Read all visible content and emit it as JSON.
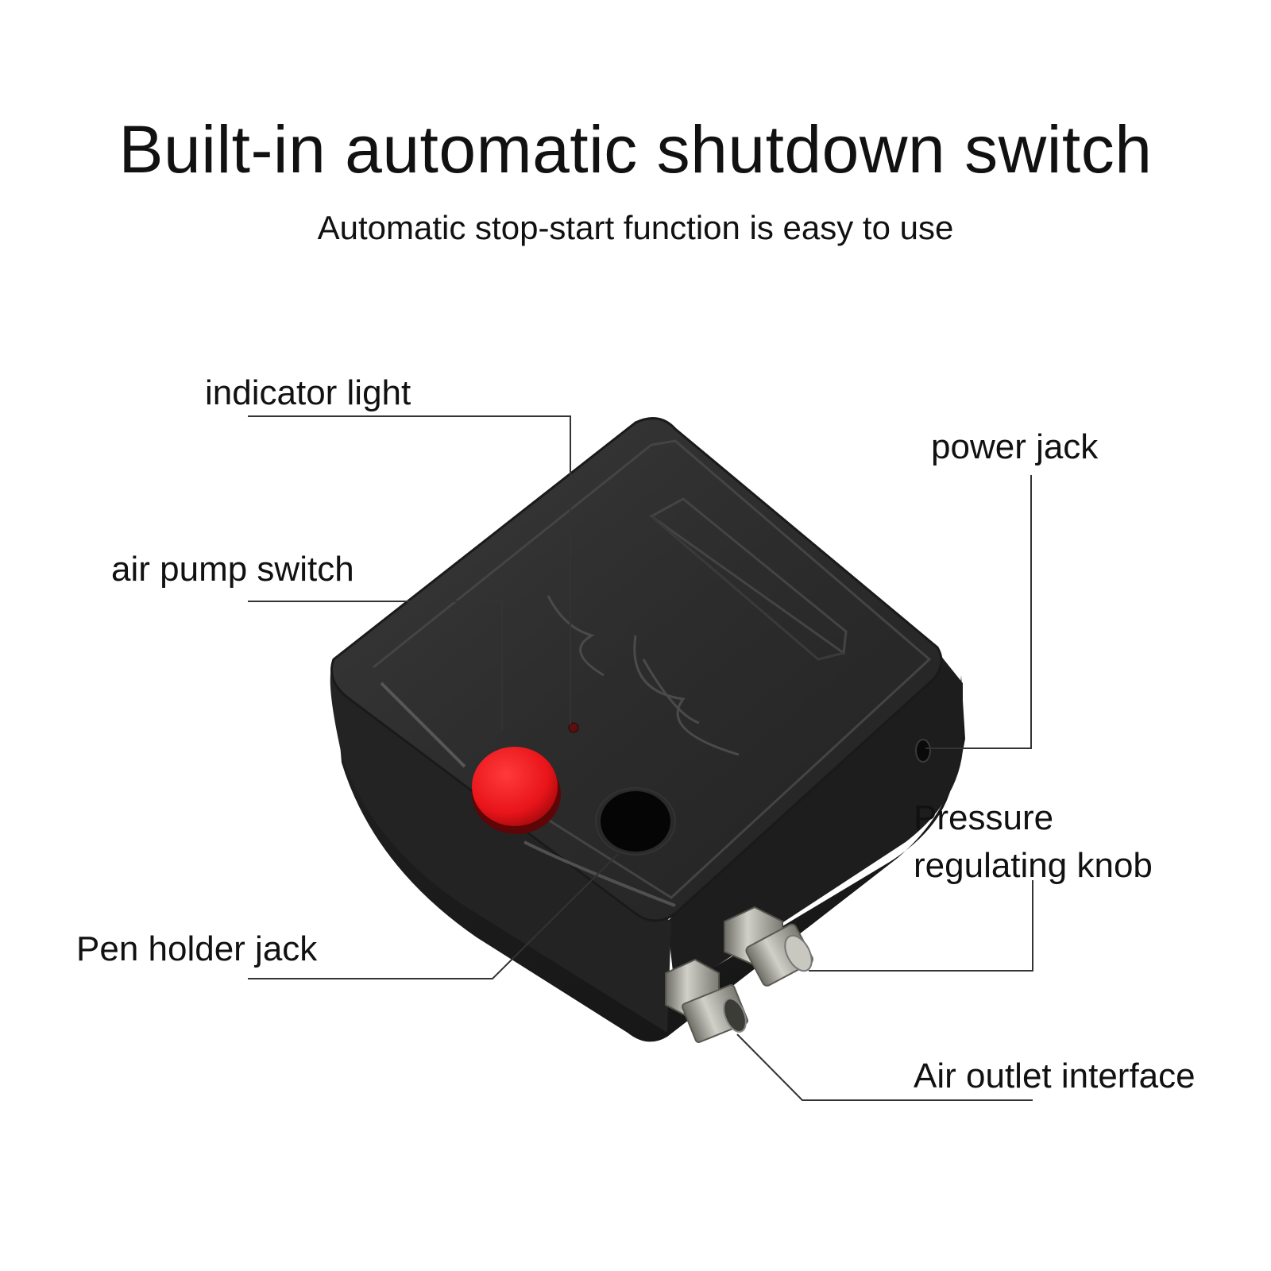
{
  "header": {
    "title": "Built-in automatic shutdown switch",
    "subtitle": "Automatic stop-start function is easy to use"
  },
  "labels": {
    "indicator_light": "indicator light",
    "air_pump_switch": "air pump switch",
    "pen_holder_jack": "Pen holder jack",
    "power_jack": "power jack",
    "pressure_line1": "Pressure",
    "pressure_line2": "regulating knob",
    "air_outlet": "Air outlet interface"
  },
  "colors": {
    "background": "#ffffff",
    "text": "#111111",
    "leader_line": "#333333",
    "body": "#2b2b2b",
    "button": "#e8141a",
    "brass": "#a9a9a0"
  }
}
